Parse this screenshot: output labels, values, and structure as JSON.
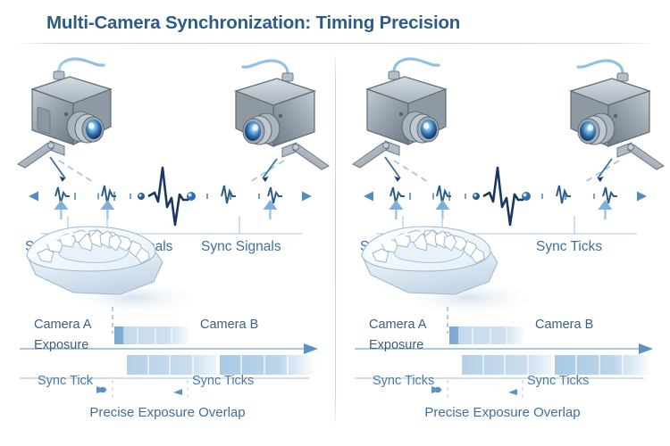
{
  "header": {
    "title": "Multi-Camera Synchronization: Timing Precision"
  },
  "colors": {
    "title_text": "#2b5c8a",
    "label_text": "#3f6f9c",
    "timeline_text": "#3b5f84",
    "accent_blue": "#4a7aa8",
    "waveform_dark": "#1b3a63",
    "waveform_light": "#7fb1d8",
    "bar_fill": "#c3d9ec",
    "bar_fill_deep": "#a9c9e4",
    "divider": "#bdd0e1",
    "camera_body": "#9aa5ae",
    "camera_lens": "#3d7fc1",
    "model_fill": "#e8f1f8",
    "background": "#ffffff"
  },
  "panels": [
    {
      "id": "left",
      "cameras": [
        {
          "name": "camera-left",
          "orientation": "facing-right"
        },
        {
          "name": "camera-right",
          "orientation": "facing-left"
        }
      ],
      "signal": {
        "name": "sync-waveform",
        "axis": "bidirectional",
        "tick_arrows": 3,
        "markers": 2
      },
      "signal_labels": [
        "Synchronization Signals",
        "Sync Signals"
      ],
      "model": {
        "name": "dental-arch-model"
      },
      "timeline": {
        "camera_a_label": "Camera A",
        "camera_b_label": "Camera B",
        "exposure_label": "Exposure",
        "tick_labels": [
          "Sync Tick",
          "Sync Ticks"
        ]
      },
      "caption": "Precise Exposure Overlap"
    },
    {
      "id": "right",
      "cameras": [
        {
          "name": "camera-left",
          "orientation": "facing-right"
        },
        {
          "name": "camera-right",
          "orientation": "facing-left"
        }
      ],
      "signal": {
        "name": "sync-waveform",
        "axis": "bidirectional",
        "tick_arrows": 3,
        "markers": 2
      },
      "signal_labels": [
        "Sync Ticks",
        "Sync Ticks"
      ],
      "model": {
        "name": "dental-arch-model"
      },
      "timeline": {
        "camera_a_label": "Camera A",
        "camera_b_label": "Camera B",
        "exposure_label": "Exposure",
        "tick_labels": [
          "Sync Ticks",
          "Sync Ticks"
        ]
      },
      "caption": "Precise Exposure Overlap"
    }
  ]
}
